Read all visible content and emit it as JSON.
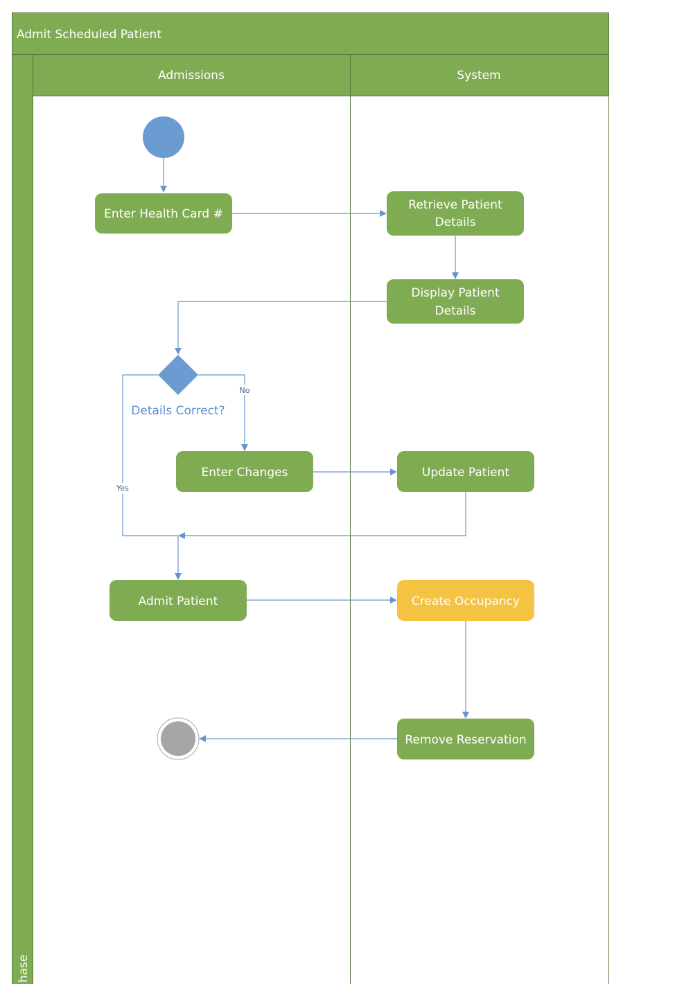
{
  "pool": {
    "title": "Admit Scheduled Patient",
    "phase_label": "hase"
  },
  "lanes": [
    {
      "label": "Admissions"
    },
    {
      "label": "System"
    }
  ],
  "nodes": {
    "enter_health_card": "Enter Health Card #",
    "retrieve_patient": [
      "Retrieve Patient",
      "Details"
    ],
    "display_patient": [
      "Display Patient",
      "Details"
    ],
    "decision": "Details Correct?",
    "enter_changes": "Enter Changes",
    "update_patient": "Update Patient",
    "admit_patient": "Admit Patient",
    "create_occupancy": "Create Occupancy",
    "remove_reservation": "Remove Reservation"
  },
  "edge_labels": {
    "no": "No",
    "yes": "Yes"
  },
  "colors": {
    "lane_green": "#7fac52",
    "border_green": "#54753a",
    "start_blue": "#6a9bd1",
    "edge_blue": "#6a95cc",
    "highlight_yellow": "#f5c342",
    "end_gray": "#a6a6a6",
    "label_blue": "#5b8fd0"
  }
}
